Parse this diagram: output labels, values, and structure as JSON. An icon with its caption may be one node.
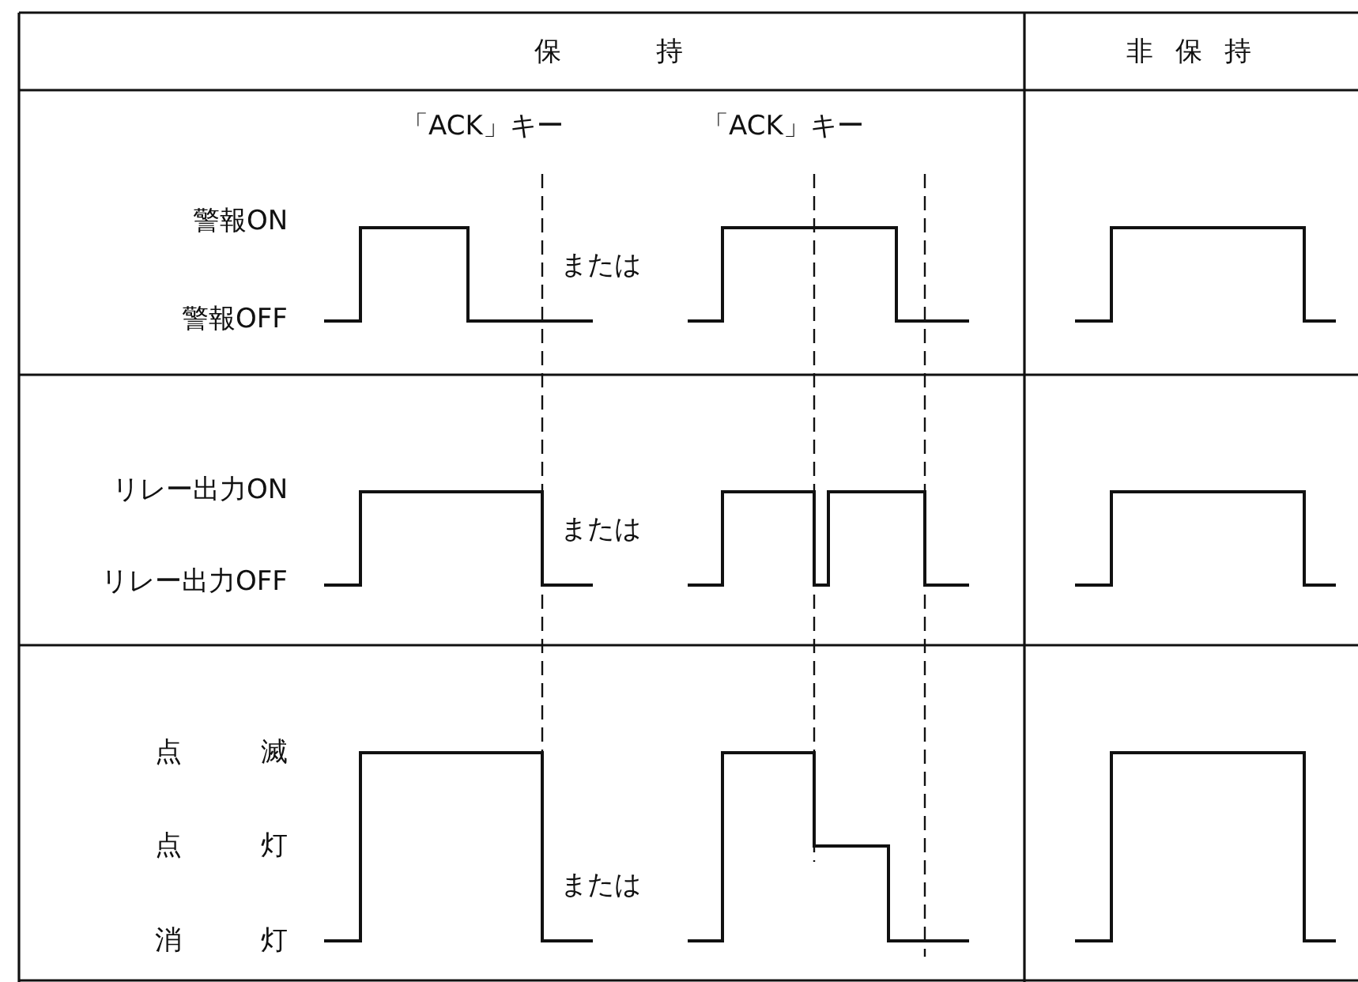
{
  "diagram": {
    "labels": [
      "保持",
      "非保持",
      "「ACK」キー",
      "「ACK」キー",
      "警報ON",
      "または",
      "警報OFF",
      "リレー出力ON",
      "または",
      "リレー出力OFF",
      "点滅",
      "点灯",
      "または",
      "消灯"
    ]
  }
}
